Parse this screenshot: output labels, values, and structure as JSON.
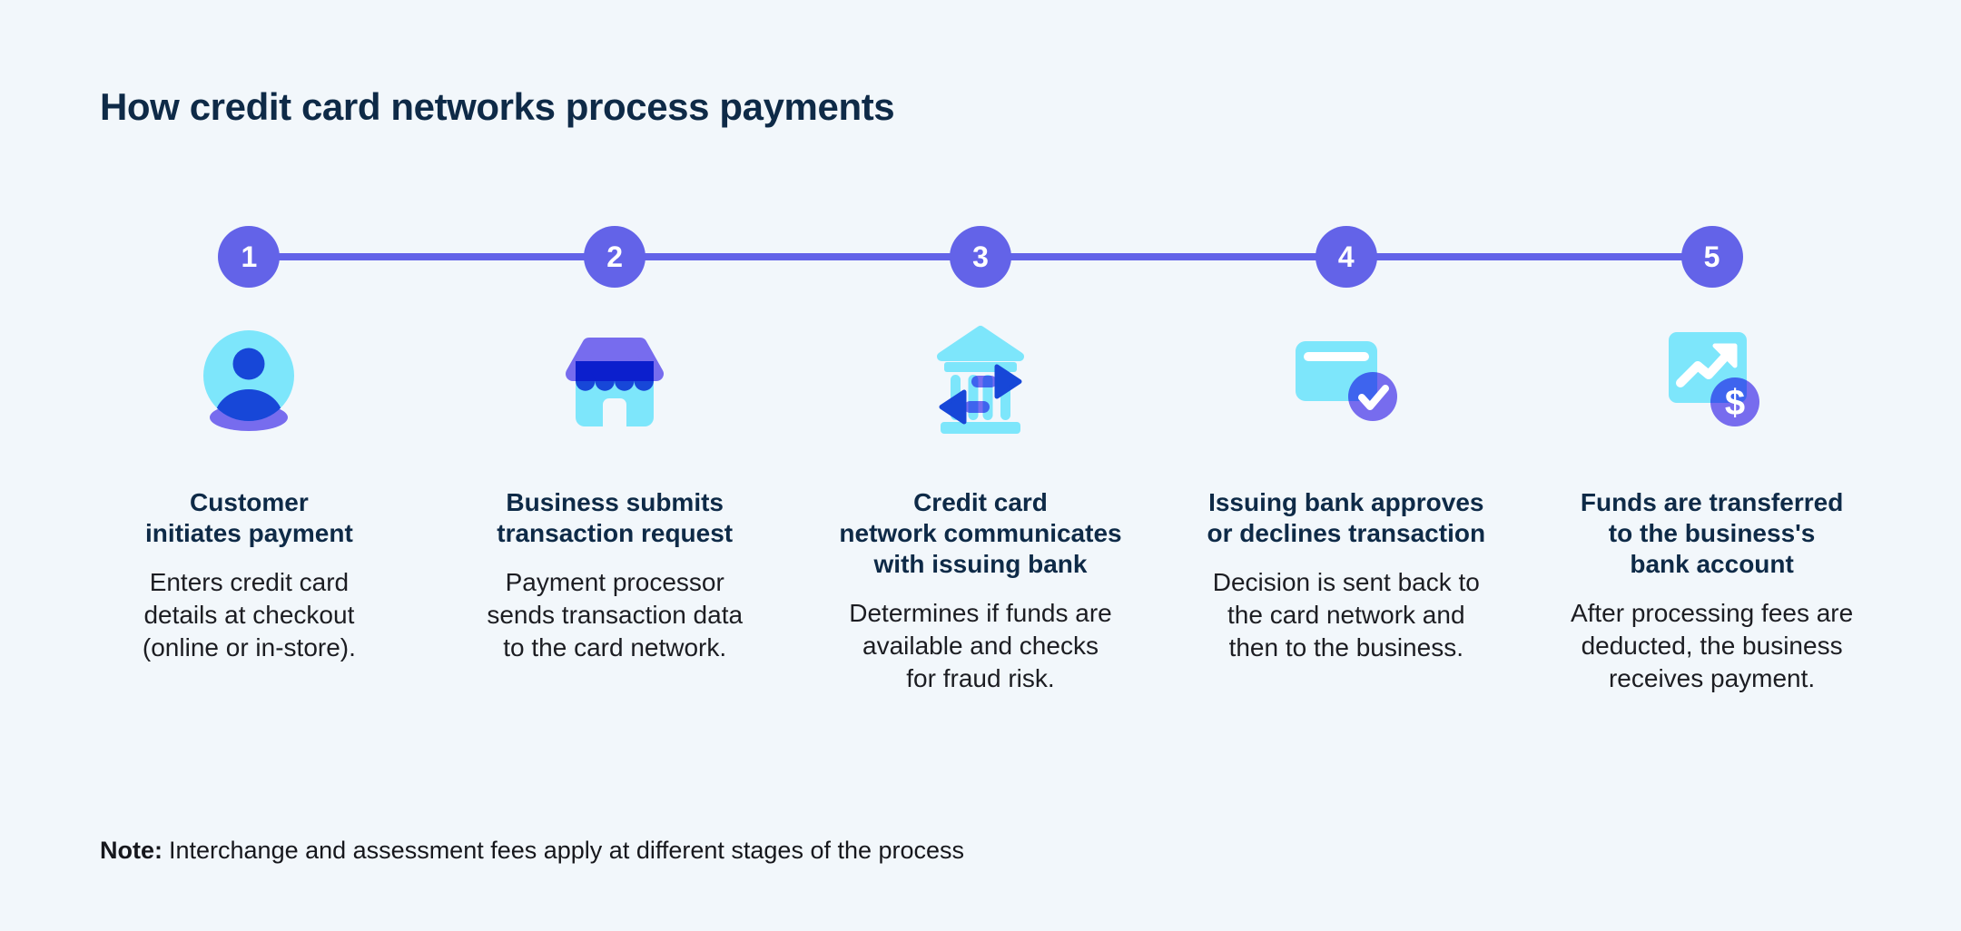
{
  "page": {
    "title": "How credit card networks process payments",
    "background": "#f2f7fb"
  },
  "colors": {
    "title_navy": "#0e2a47",
    "body_text": "#1c1d22",
    "timeline_purple": "#6363e8",
    "icon_purple": "#7d6ff2",
    "icon_blue": "#1747d8",
    "icon_cyan": "#7de6fb",
    "icon_white": "#ffffff"
  },
  "steps": [
    {
      "number": "1",
      "icon": "customer-icon",
      "title": "Customer\ninitiates payment",
      "description": "Enters credit card\ndetails at checkout\n(online or in-store)."
    },
    {
      "number": "2",
      "icon": "storefront-icon",
      "title": "Business submits\ntransaction request",
      "description": "Payment processor\nsends transaction data\nto the card network."
    },
    {
      "number": "3",
      "icon": "bank-network-icon",
      "title": "Credit card\nnetwork communicates\nwith issuing bank",
      "description": "Determines if funds are\navailable and checks\nfor fraud risk."
    },
    {
      "number": "4",
      "icon": "card-approved-icon",
      "title": "Issuing bank approves\nor declines transaction",
      "description": "Decision is sent back to\nthe card network and\nthen to the business."
    },
    {
      "number": "5",
      "icon": "funds-transfer-icon",
      "title": "Funds are transferred\nto the business's\nbank account",
      "description": "After processing fees are\ndeducted, the business\nreceives payment."
    }
  ],
  "note": {
    "label": "Note:",
    "text": "Interchange and assessment fees apply at different stages of the process"
  }
}
